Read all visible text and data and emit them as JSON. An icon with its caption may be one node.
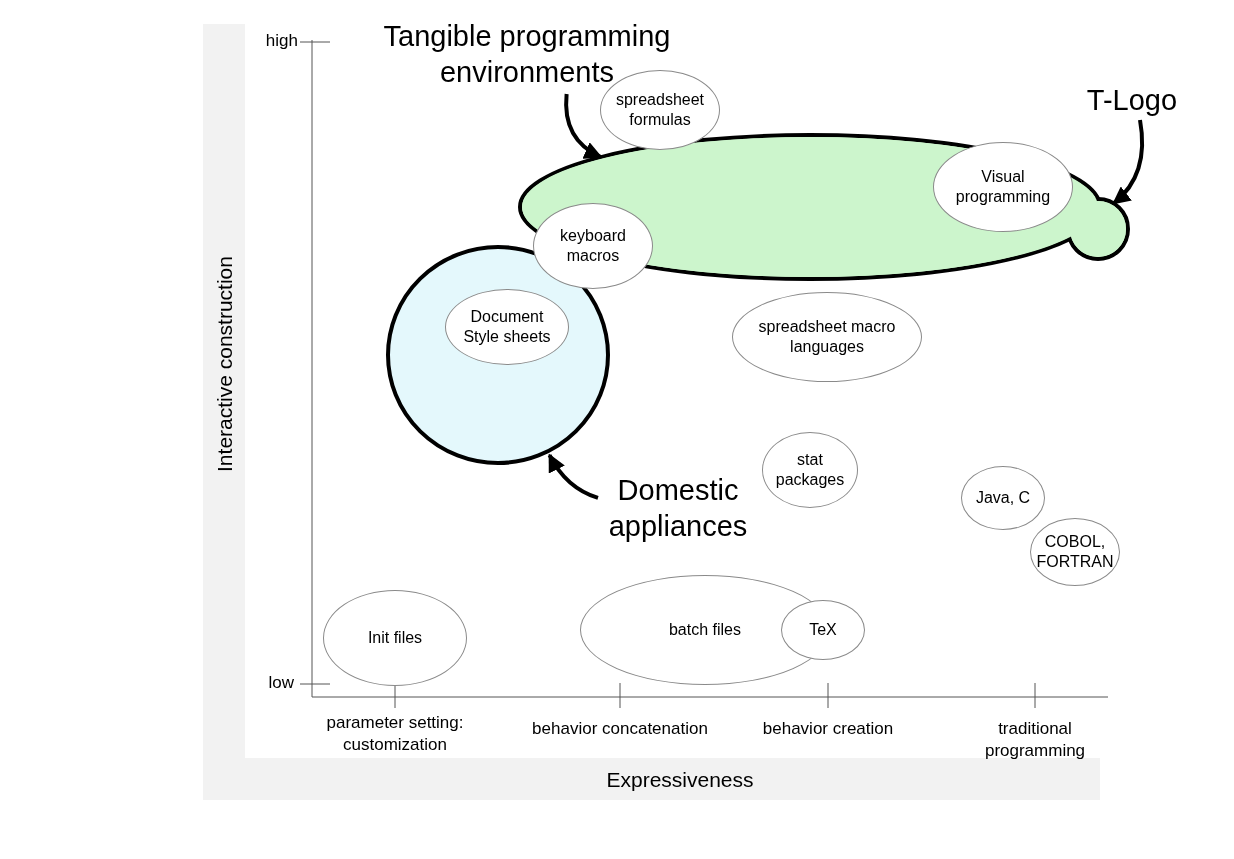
{
  "diagram": {
    "nodes": [
      {
        "text": [
          "Tangible programming environments"
        ]
      },
      {
        "text": [
          "spreadsheet formulas"
        ]
      },
      {
        "text": [
          "T-Logo"
        ]
      },
      {
        "text": [],
        "shape": "blob"
      },
      {
        "text": [
          "Visual programming"
        ],
        "in": 3
      },
      {
        "text": [
          "keyboard macros"
        ]
      },
      {
        "text": [],
        "shape": "ellipse"
      },
      {
        "text": [
          "Document Style sheets"
        ],
        "in": 6
      },
      {
        "text": [
          "spreadsheet macro languages"
        ]
      },
      {
        "text": [
          "stat packages"
        ]
      },
      {
        "text": [
          "Domestic appliances"
        ]
      },
      {
        "text": [
          "Java, C"
        ]
      },
      {
        "text": [
          "COBOL, FORTRAN"
        ]
      },
      {
        "text": [
          "Init files"
        ]
      },
      {
        "text": [
          "batch files"
        ]
      },
      {
        "text": [
          "TeX"
        ]
      }
    ],
    "edges": [
      {
        "from": 0,
        "to": 3,
        "arrow": "to"
      },
      {
        "from": 2,
        "to": 3,
        "arrow": "to"
      },
      {
        "from": 10,
        "to": 6,
        "arrow": "to"
      }
    ],
    "labels": [
      "high",
      "low",
      "parameter setting: customization",
      "behavior concatenation",
      "behavior creation",
      "traditional programming",
      "Interactive construction",
      "Expressiveness"
    ]
  }
}
